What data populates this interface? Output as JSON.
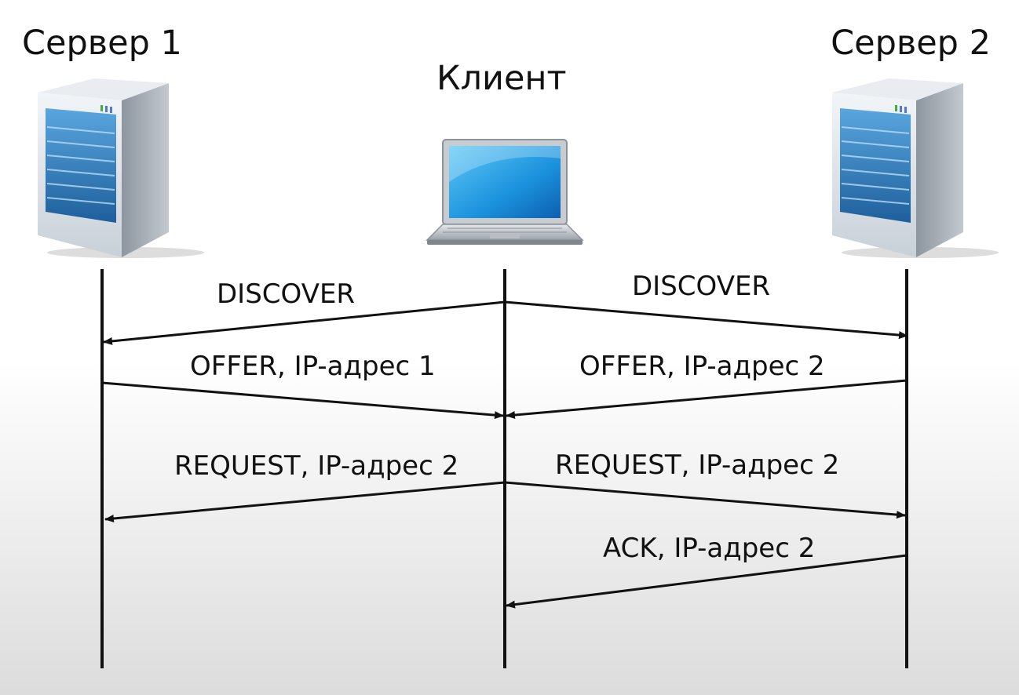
{
  "participants": {
    "server1": {
      "label": "Сервер 1",
      "icon": "server-icon"
    },
    "client": {
      "label": "Клиент",
      "icon": "laptop-icon"
    },
    "server2": {
      "label": "Сервер 2",
      "icon": "server-icon"
    }
  },
  "messages": [
    {
      "label": "DISCOVER",
      "from": "client",
      "to": "server1"
    },
    {
      "label": "DISCOVER",
      "from": "client",
      "to": "server2"
    },
    {
      "label": "OFFER, IP-адрес 1",
      "from": "server1",
      "to": "client"
    },
    {
      "label": "OFFER, IP-адрес 2",
      "from": "server2",
      "to": "client"
    },
    {
      "label": "REQUEST, IP-адрес 2",
      "from": "client",
      "to": "server1"
    },
    {
      "label": "REQUEST, IP-адрес 2",
      "from": "client",
      "to": "server2"
    },
    {
      "label": "ACK, IP-адрес 2",
      "from": "server2",
      "to": "client"
    }
  ],
  "colors": {
    "line": "#111111",
    "server_body": "#dfe6ee",
    "server_panel": "#2f7fc4",
    "screen": "#1ea0e8"
  }
}
